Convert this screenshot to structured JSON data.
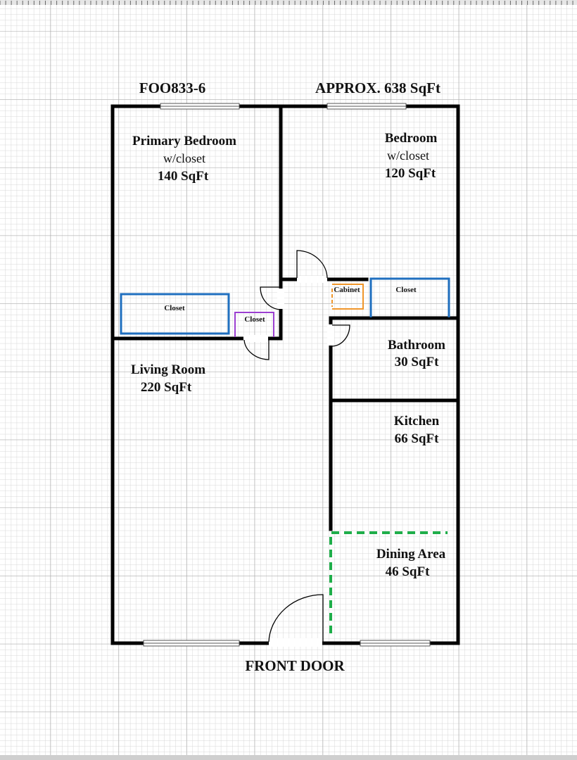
{
  "header": {
    "plan_id": "FOO833-6",
    "total_area": "APPROX. 638 SqFt"
  },
  "rooms": {
    "primary_bedroom": {
      "name": "Primary Bedroom",
      "note": "w/closet",
      "area": "140 SqFt"
    },
    "bedroom": {
      "name": "Bedroom",
      "note": "w/closet",
      "area": "120 SqFt"
    },
    "bathroom": {
      "name": "Bathroom",
      "area": "30 SqFt"
    },
    "living_room": {
      "name": "Living Room",
      "area": "220 SqFt"
    },
    "kitchen": {
      "name": "Kitchen",
      "area": "66 SqFt"
    },
    "dining_area": {
      "name": "Dining Area",
      "area": "46 SqFt"
    }
  },
  "storage": {
    "primary_closet": "Closet",
    "hall_closet": "Closet",
    "cabinet": "Cabinet",
    "bedroom_closet": "Closet"
  },
  "footer": {
    "entrance": "FRONT DOOR"
  },
  "colors": {
    "wall": "#000000",
    "closet_blue": "#1f6fbf",
    "closet_purple": "#9b3fd1",
    "cabinet_orange": "#f0962a",
    "dining_green": "#1fae4a"
  }
}
